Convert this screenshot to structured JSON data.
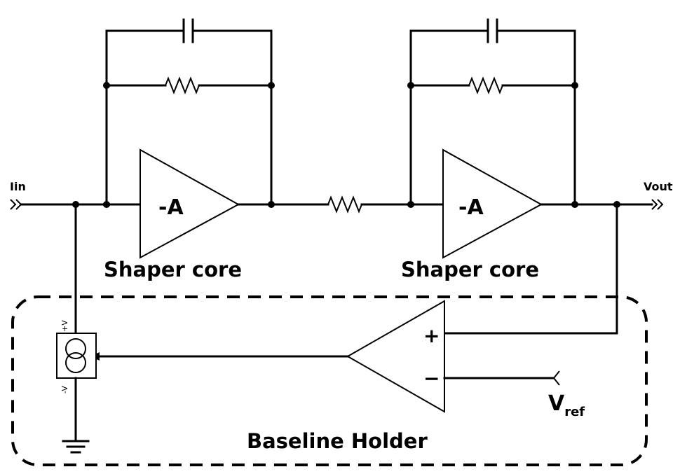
{
  "labels": {
    "input": "Iin",
    "output": "Vout",
    "stage1_gain": "-A",
    "stage2_gain": "-A",
    "stage1_name": "Shaper core",
    "stage2_name": "Shaper core",
    "comparator_plus": "+",
    "comparator_minus": "−",
    "supply_pos": "+V",
    "supply_neg": "-V",
    "vref_main": "V",
    "vref_sub": "ref",
    "block_name": "Baseline Holder"
  }
}
